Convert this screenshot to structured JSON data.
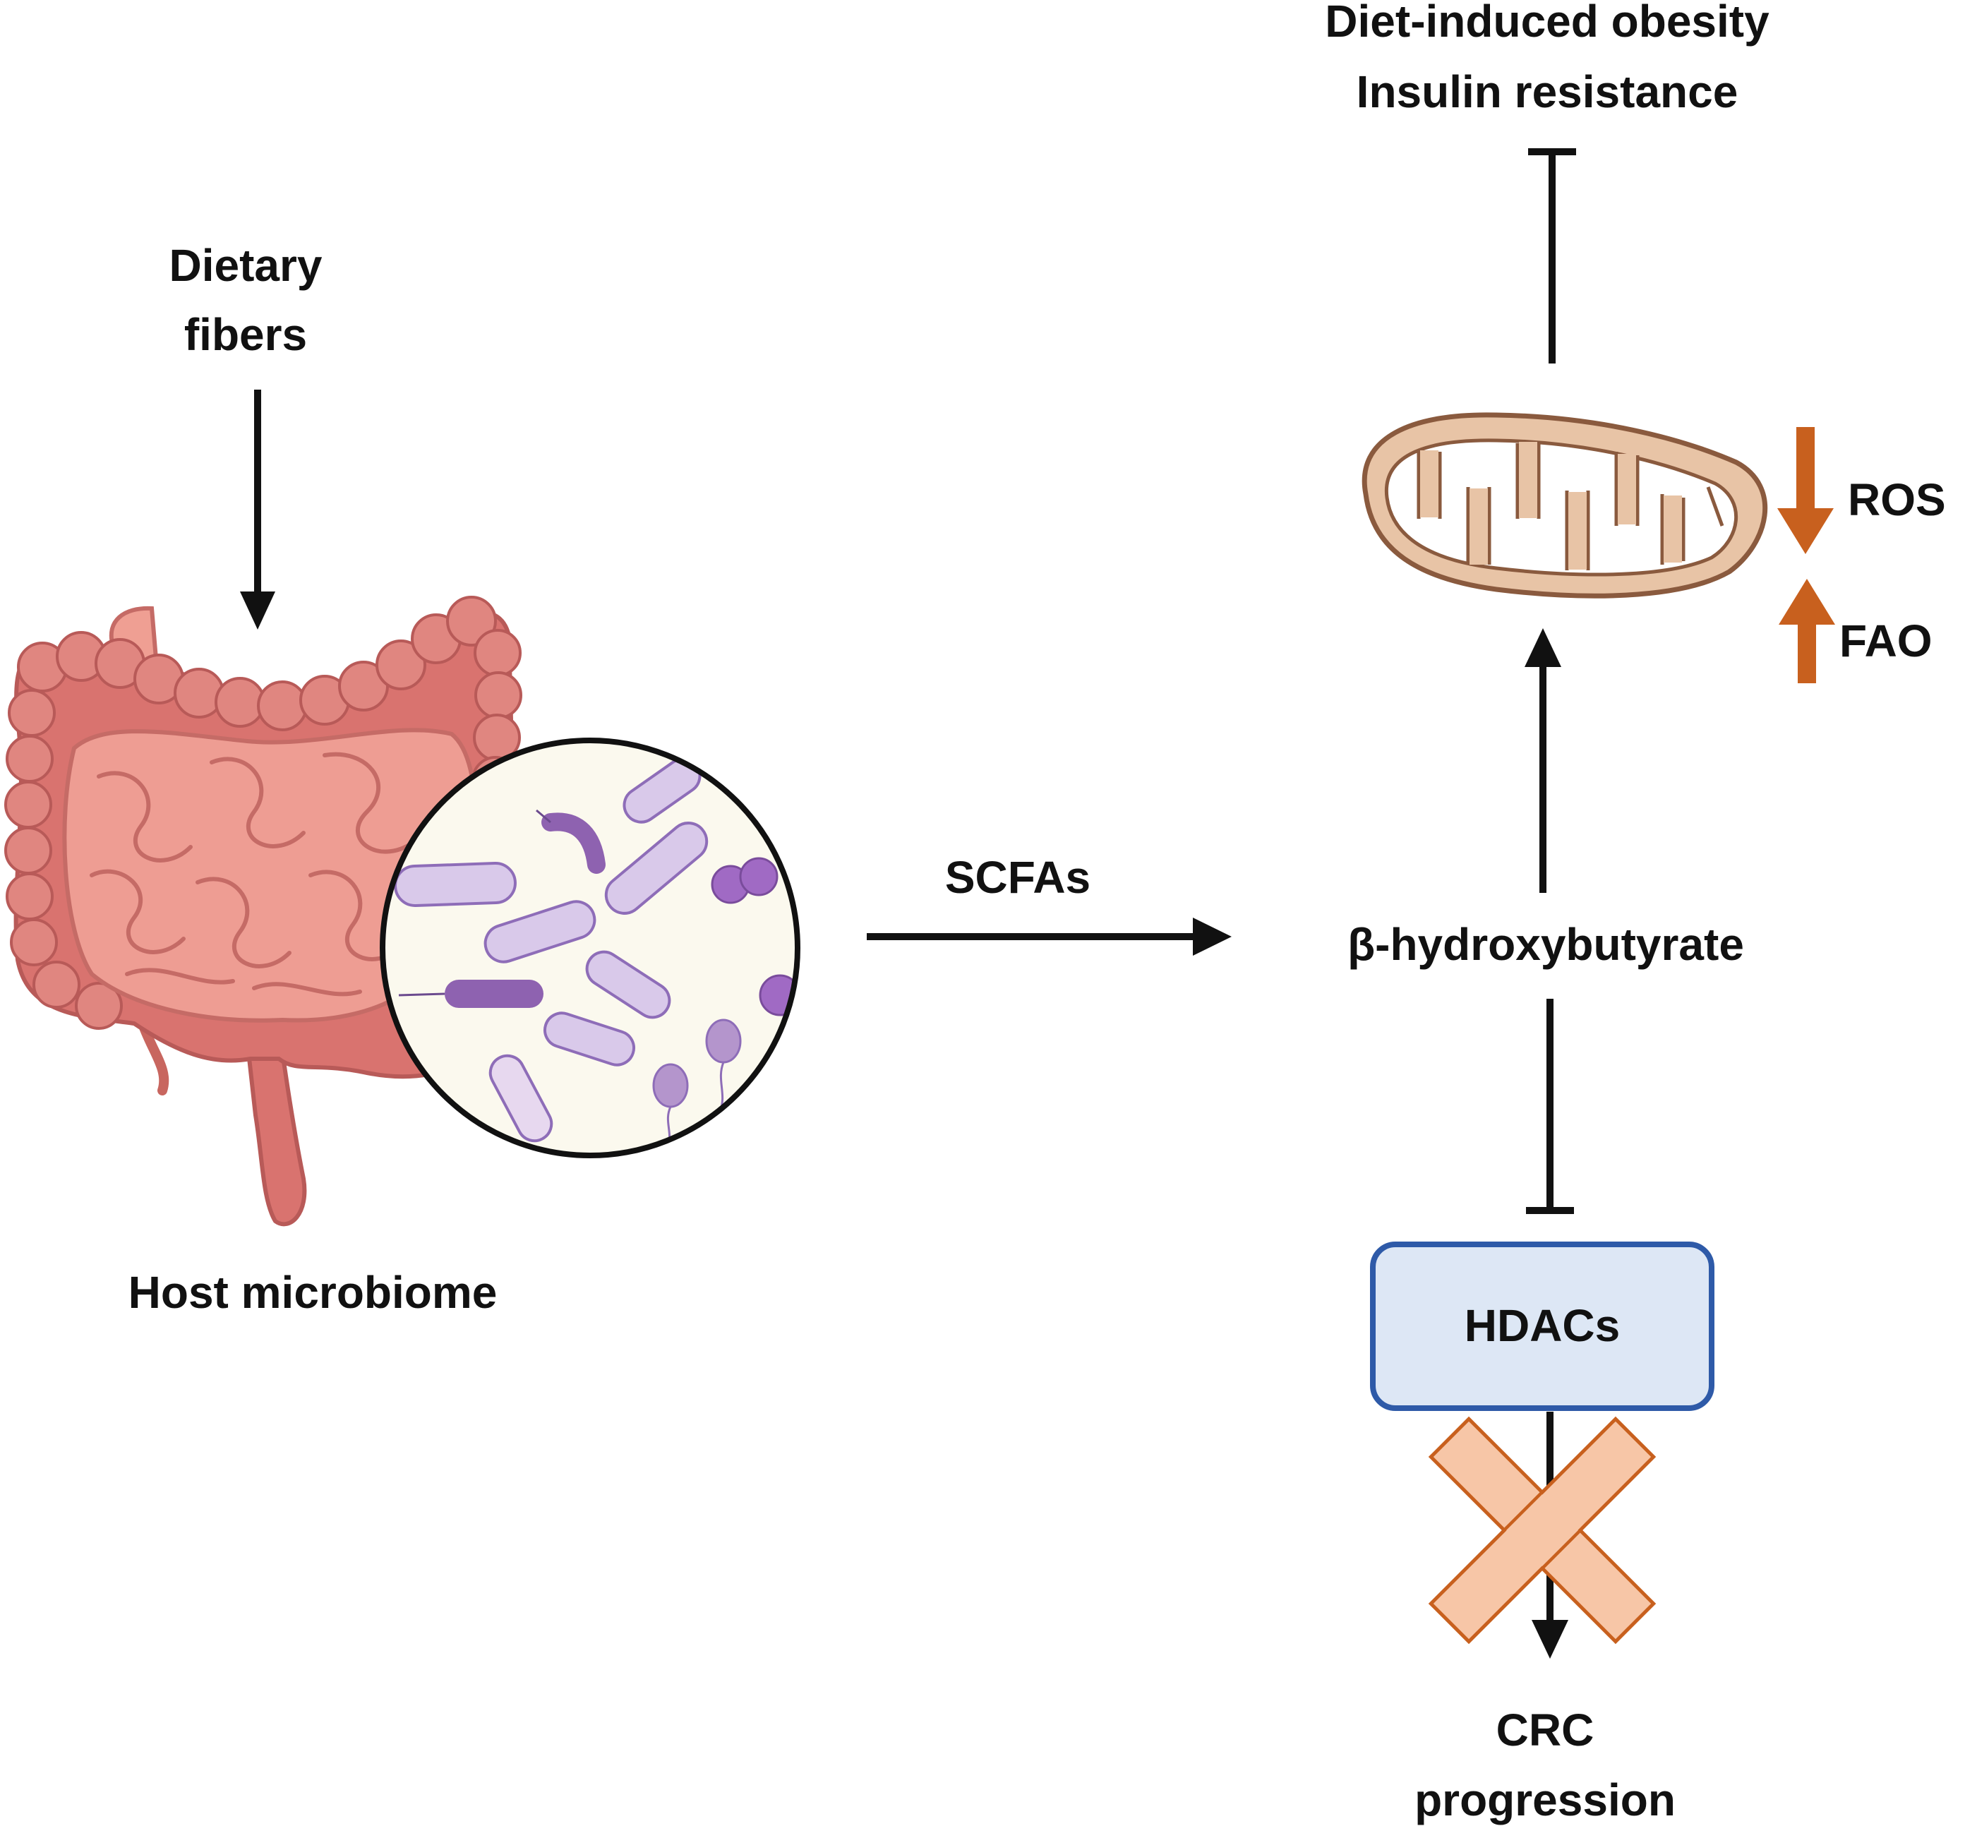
{
  "labels": {
    "dietary_line1": "Dietary",
    "dietary_line2": "fibers",
    "host_microbiome": "Host microbiome",
    "scfas": "SCFAs",
    "bhb": "β-hydroxybutyrate",
    "obesity_line1": "Diet-induced obesity",
    "obesity_line2": "Insulin resistance",
    "ros": "ROS",
    "fao": "FAO",
    "hdacs": "HDACs",
    "crc_line1": "CRC",
    "crc_line2": "progression"
  },
  "icons": [
    "intestine-icon",
    "bacteria-magnifier-icon",
    "mitochondrion-icon",
    "blocked-cross-icon"
  ],
  "colors": {
    "arrow": "#111111",
    "orange_arrow": "#c8601e",
    "intestine": "#e4918d",
    "colon": "#d9736f",
    "mito_outer": "#e8c4a6",
    "hdac_fill": "#dde7f5",
    "hdac_border": "#2e5aa8",
    "cross_fill": "#f7c6a7",
    "bacteria": "#b495cc"
  }
}
